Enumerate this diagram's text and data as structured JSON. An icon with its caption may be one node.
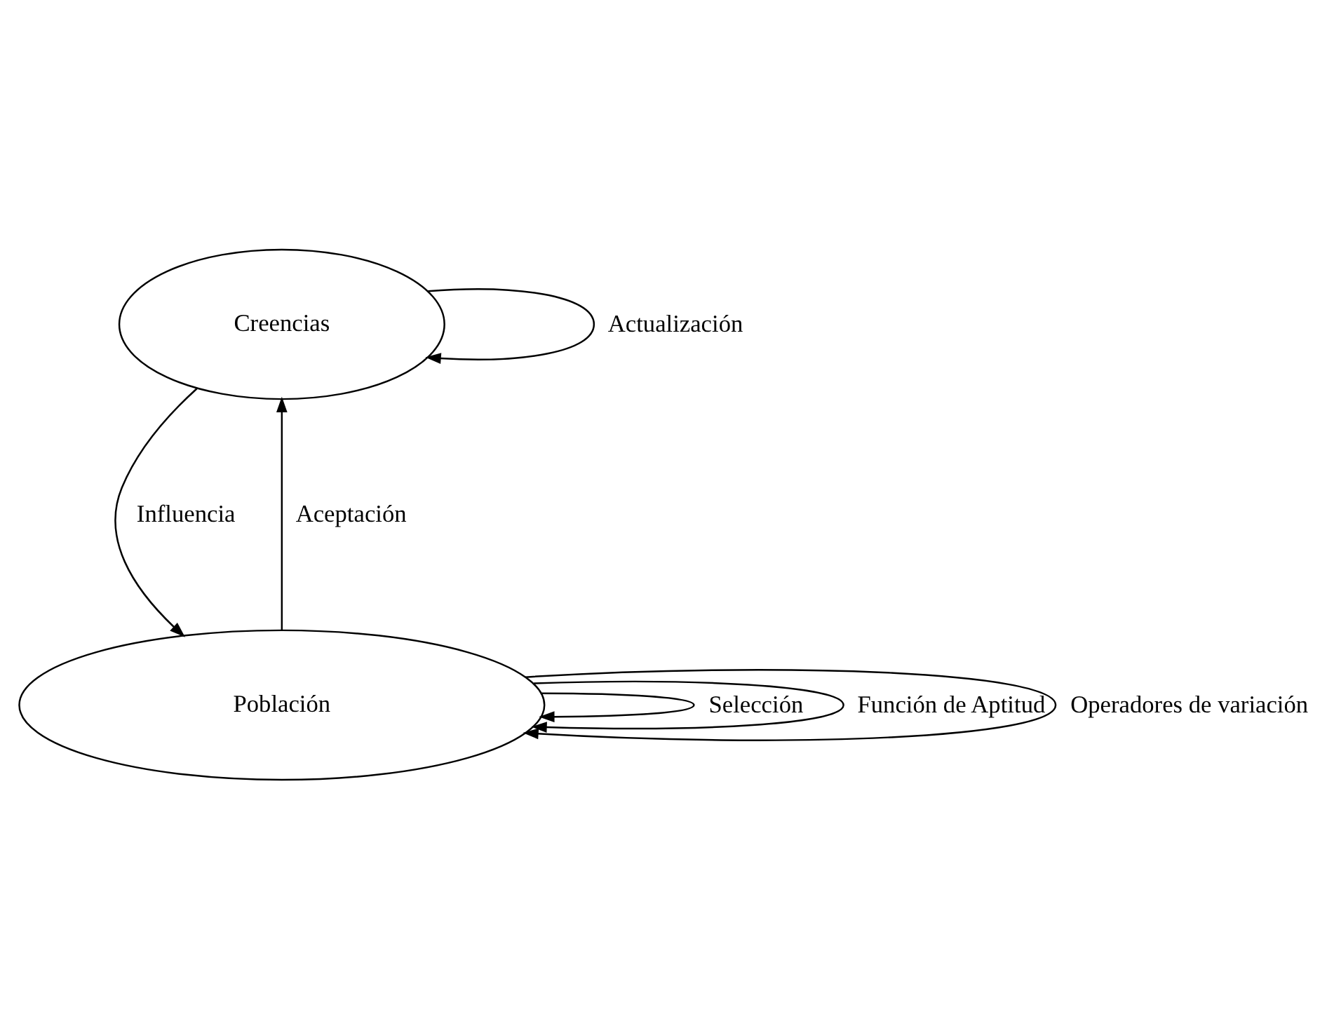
{
  "diagram": {
    "nodes": [
      {
        "text": [
          "Creencias"
        ]
      },
      {
        "text": [
          "Población"
        ]
      }
    ],
    "edges": [
      {
        "from": 0,
        "to": 0,
        "label": "Actualización",
        "arrow": "to"
      },
      {
        "from": 1,
        "to": 0,
        "label": "Aceptación",
        "arrow": "to"
      },
      {
        "from": 0,
        "to": 1,
        "label": "Influencia",
        "arrow": "to"
      },
      {
        "from": 1,
        "to": 1,
        "label": "Selección",
        "arrow": "to"
      },
      {
        "from": 1,
        "to": 1,
        "label": "Función de Aptitud",
        "arrow": "to"
      },
      {
        "from": 1,
        "to": 1,
        "label": "Operadores de variación",
        "arrow": "to"
      }
    ]
  }
}
